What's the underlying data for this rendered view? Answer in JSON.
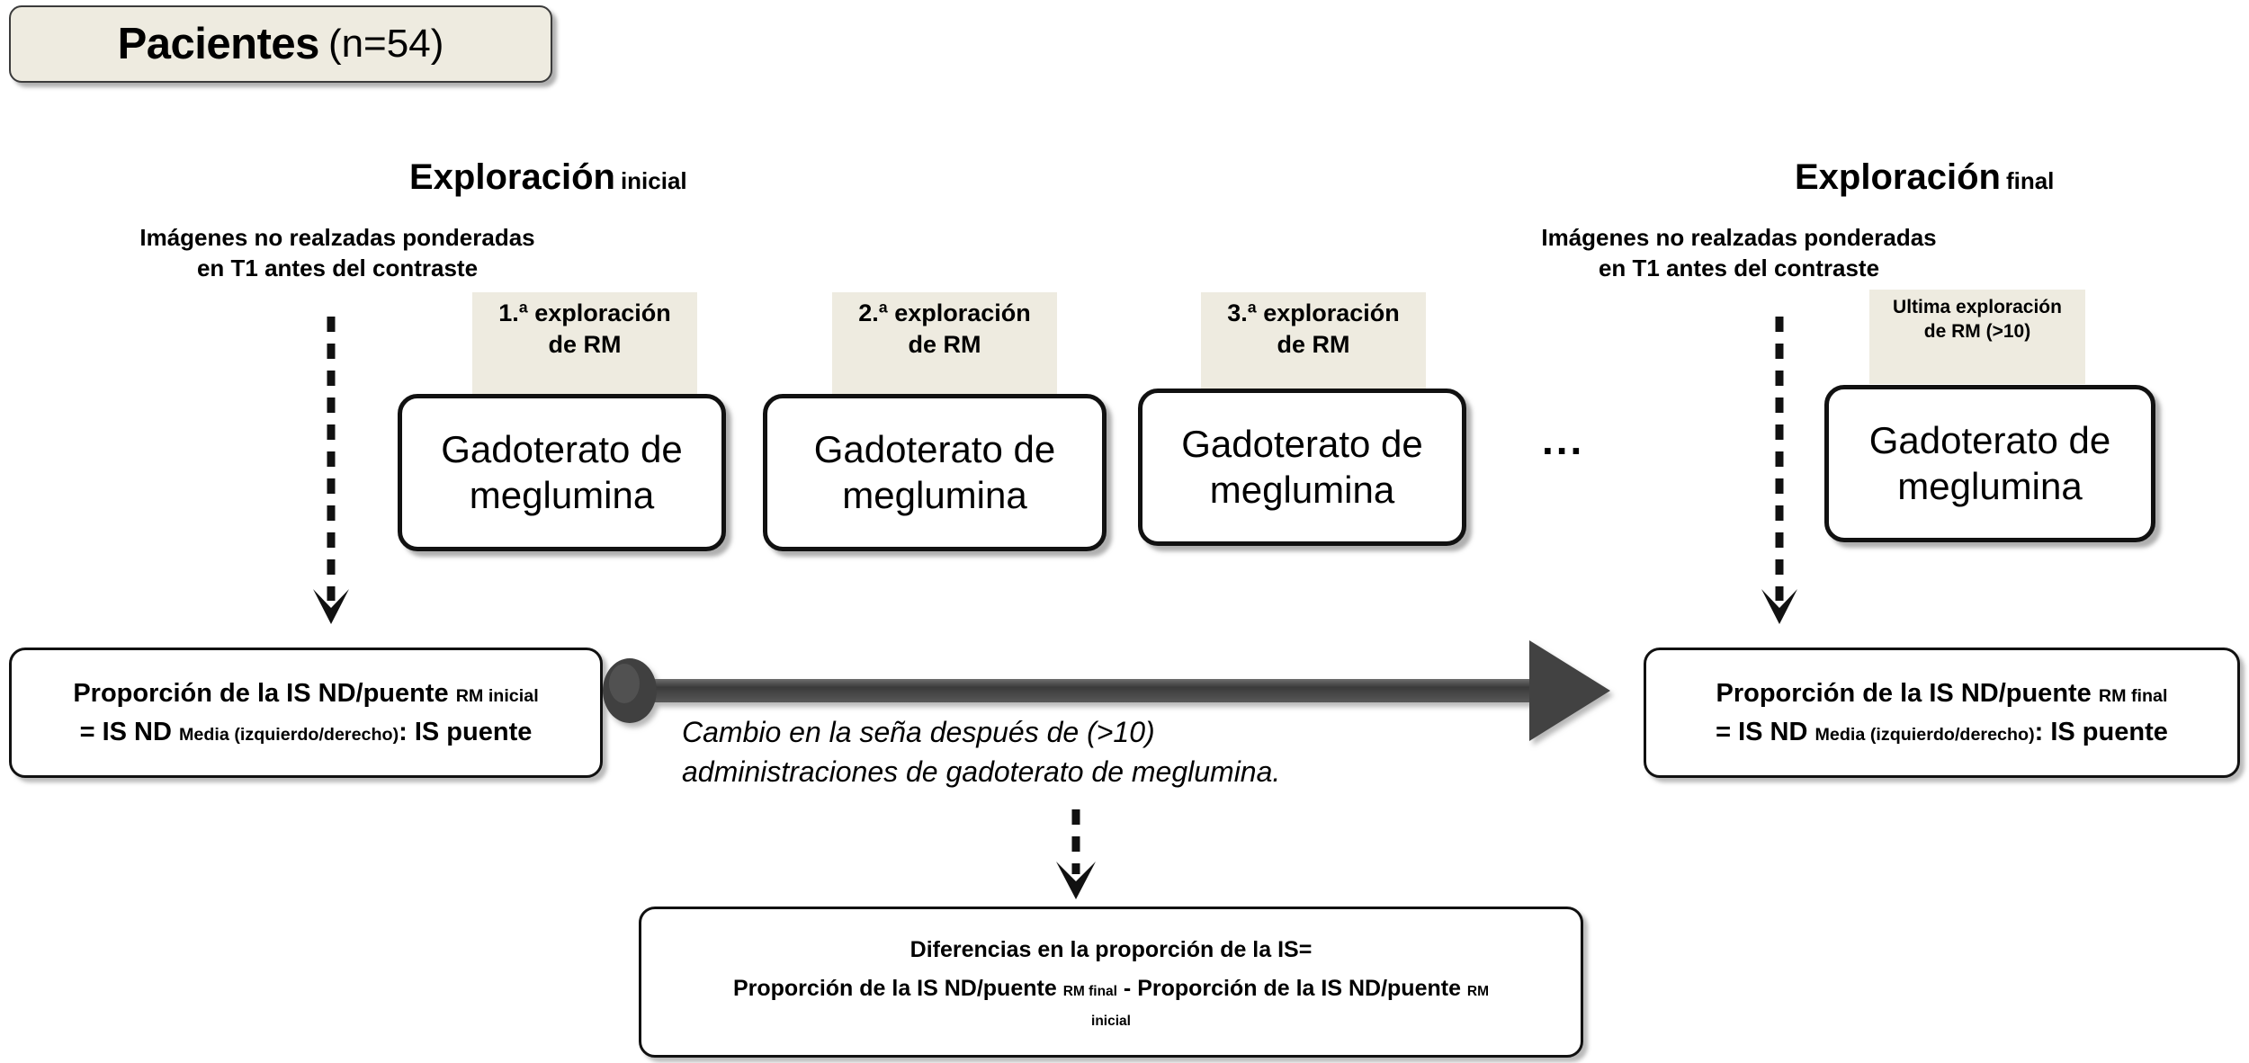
{
  "title": {
    "main": "Pacientes",
    "count": "(n=54)"
  },
  "sections": {
    "baseline": {
      "label": "Exploración",
      "qualifier": "inicial"
    },
    "final": {
      "label": "Exploración",
      "qualifier": "final"
    }
  },
  "precontrast_note": {
    "line1": "Imágenes no realzadas ponderadas",
    "line2": "en T1 antes del contraste"
  },
  "scans": [
    {
      "name": "scan-1",
      "line1": "1.ª exploración",
      "line2": "de RM",
      "agent": {
        "line1": "Gadoterato de",
        "line2": "meglumina"
      }
    },
    {
      "name": "scan-2",
      "line1": "2.ª exploración",
      "line2": "de RM",
      "agent": {
        "line1": "Gadoterato de",
        "line2": "meglumina"
      }
    },
    {
      "name": "scan-3",
      "line1": "3.ª exploración",
      "line2": "de RM",
      "agent": {
        "line1": "Gadoterato de",
        "line2": "meglumina"
      }
    },
    {
      "name": "scan-last",
      "line1": "Ultima exploración",
      "line2": "de RM (>10)",
      "agent": {
        "line1": "Gadoterato de",
        "line2": "meglumina"
      }
    }
  ],
  "ellipsis": "...",
  "baseline_measure": {
    "l1_main": "Proporción de la IS ND/puente",
    "l1_sub": "RM inicial",
    "l2_a": "= IS ND",
    "l2_sub": "Media (izquierdo/derecho)",
    "l2_b": ": IS puente"
  },
  "final_measure": {
    "l1_main": "Proporción de la IS ND/puente",
    "l1_sub": "RM final",
    "l2_a": "= IS ND",
    "l2_sub": "Media (izquierdo/derecho)",
    "l2_b": ": IS puente"
  },
  "arrow_caption": {
    "line1": "Cambio en la seña después de (>10)",
    "line2": "administraciones de gadoterato de meglumina."
  },
  "result": {
    "line1": "Diferencias en la proporción de la IS=",
    "line2_a": "Proporción de la IS ND/puente",
    "line2_sub_a": "RM final",
    "line2_minus": "-",
    "line2_b": "Proporción de la IS ND/puente",
    "line2_sub_b": "RM",
    "line3_sub": "inicial"
  },
  "colors": {
    "cream": "#EEEBE0",
    "box_border": "#111111",
    "arrow_gray": "#434343",
    "background": "#FFFFFF"
  }
}
